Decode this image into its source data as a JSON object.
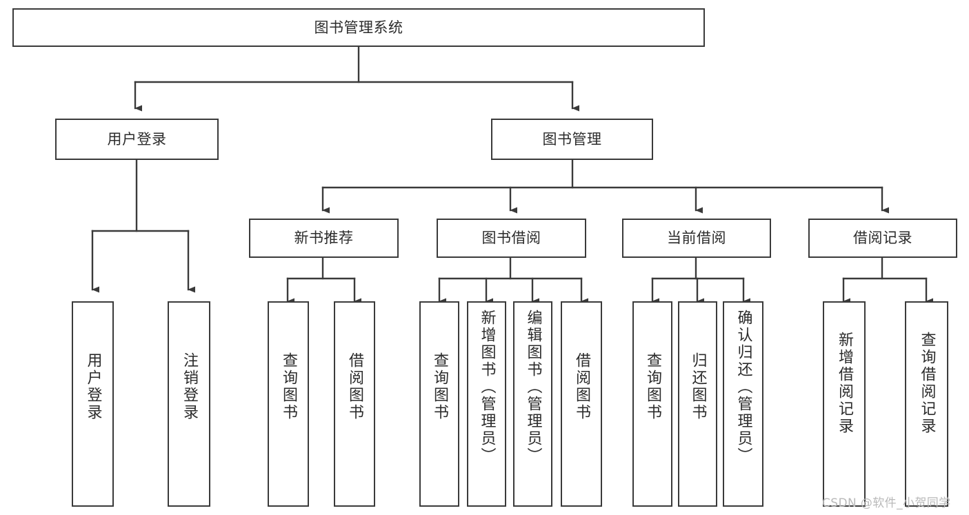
{
  "diagram": {
    "title": "图书管理系统",
    "type": "tree-hierarchy",
    "watermark": "CSDN @软件_小贺同学",
    "colors": {
      "stroke": "#3a3a3a",
      "text": "#2b2b2b",
      "background": "#ffffff",
      "watermark": "#b9b9b9"
    },
    "nodes": {
      "root": {
        "label": "图书管理系统"
      },
      "level1": [
        {
          "id": "user-login",
          "label": "用户登录"
        },
        {
          "id": "book-manage",
          "label": "图书管理"
        }
      ],
      "level2": [
        {
          "id": "new-book-recommend",
          "label": "新书推荐"
        },
        {
          "id": "book-borrow",
          "label": "图书借阅"
        },
        {
          "id": "current-borrow",
          "label": "当前借阅"
        },
        {
          "id": "borrow-record",
          "label": "借阅记录"
        }
      ],
      "leaves": [
        {
          "id": "leaf-user-login",
          "label": "用户登录",
          "parent": "user-login"
        },
        {
          "id": "leaf-logout-login",
          "label": "注销登录",
          "parent": "user-login"
        },
        {
          "id": "leaf-query-book-1",
          "label": "查询图书",
          "parent": "new-book-recommend"
        },
        {
          "id": "leaf-borrow-book-1",
          "label": "借阅图书",
          "parent": "new-book-recommend"
        },
        {
          "id": "leaf-query-book-2",
          "label": "查询图书",
          "parent": "book-borrow"
        },
        {
          "id": "leaf-add-book",
          "label": "新增图书（管理员）",
          "parent": "book-borrow"
        },
        {
          "id": "leaf-edit-book",
          "label": "编辑图书（管理员）",
          "parent": "book-borrow"
        },
        {
          "id": "leaf-borrow-book-2",
          "label": "借阅图书",
          "parent": "book-borrow"
        },
        {
          "id": "leaf-query-book-3",
          "label": "查询图书",
          "parent": "current-borrow"
        },
        {
          "id": "leaf-return-book",
          "label": "归还图书",
          "parent": "current-borrow"
        },
        {
          "id": "leaf-confirm-return",
          "label": "确认归还（管理员）",
          "parent": "current-borrow"
        },
        {
          "id": "leaf-add-record",
          "label": "新增借阅记录",
          "parent": "borrow-record"
        },
        {
          "id": "leaf-query-record",
          "label": "查询借阅记录",
          "parent": "borrow-record"
        }
      ]
    }
  }
}
